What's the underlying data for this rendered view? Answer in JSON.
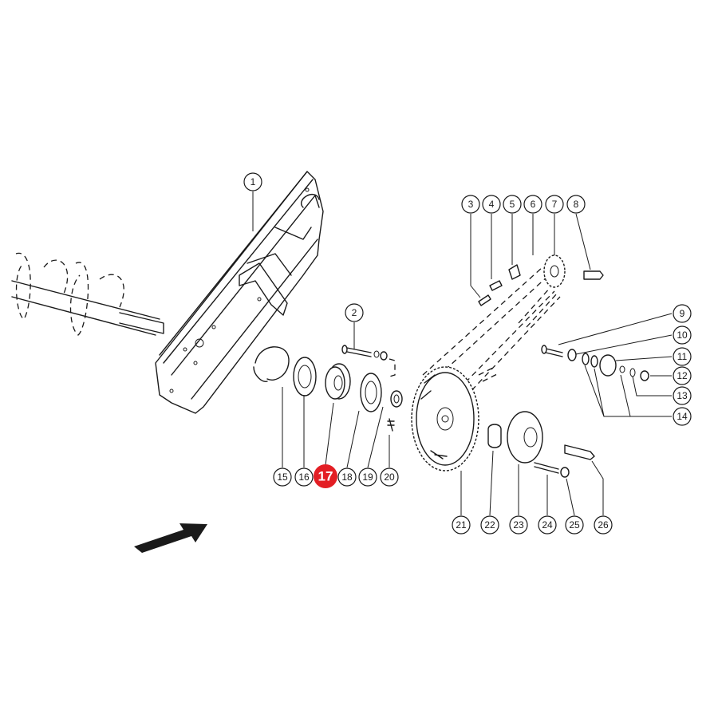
{
  "diagram": {
    "highlight_color": "#e31e24",
    "highlighted_part": "17",
    "parts": [
      {
        "id": "1",
        "label": "1"
      },
      {
        "id": "2",
        "label": "2"
      },
      {
        "id": "3",
        "label": "3"
      },
      {
        "id": "4",
        "label": "4"
      },
      {
        "id": "5",
        "label": "5"
      },
      {
        "id": "6",
        "label": "6"
      },
      {
        "id": "7",
        "label": "7"
      },
      {
        "id": "8",
        "label": "8"
      },
      {
        "id": "9",
        "label": "9"
      },
      {
        "id": "10",
        "label": "10"
      },
      {
        "id": "11",
        "label": "11"
      },
      {
        "id": "12",
        "label": "12"
      },
      {
        "id": "13",
        "label": "13"
      },
      {
        "id": "14",
        "label": "14"
      },
      {
        "id": "15",
        "label": "15"
      },
      {
        "id": "16",
        "label": "16"
      },
      {
        "id": "17",
        "label": "17"
      },
      {
        "id": "18",
        "label": "18"
      },
      {
        "id": "19",
        "label": "19"
      },
      {
        "id": "20",
        "label": "20"
      },
      {
        "id": "21",
        "label": "21"
      },
      {
        "id": "22",
        "label": "22"
      },
      {
        "id": "23",
        "label": "23"
      },
      {
        "id": "24",
        "label": "24"
      },
      {
        "id": "25",
        "label": "25"
      },
      {
        "id": "26",
        "label": "26"
      }
    ]
  }
}
